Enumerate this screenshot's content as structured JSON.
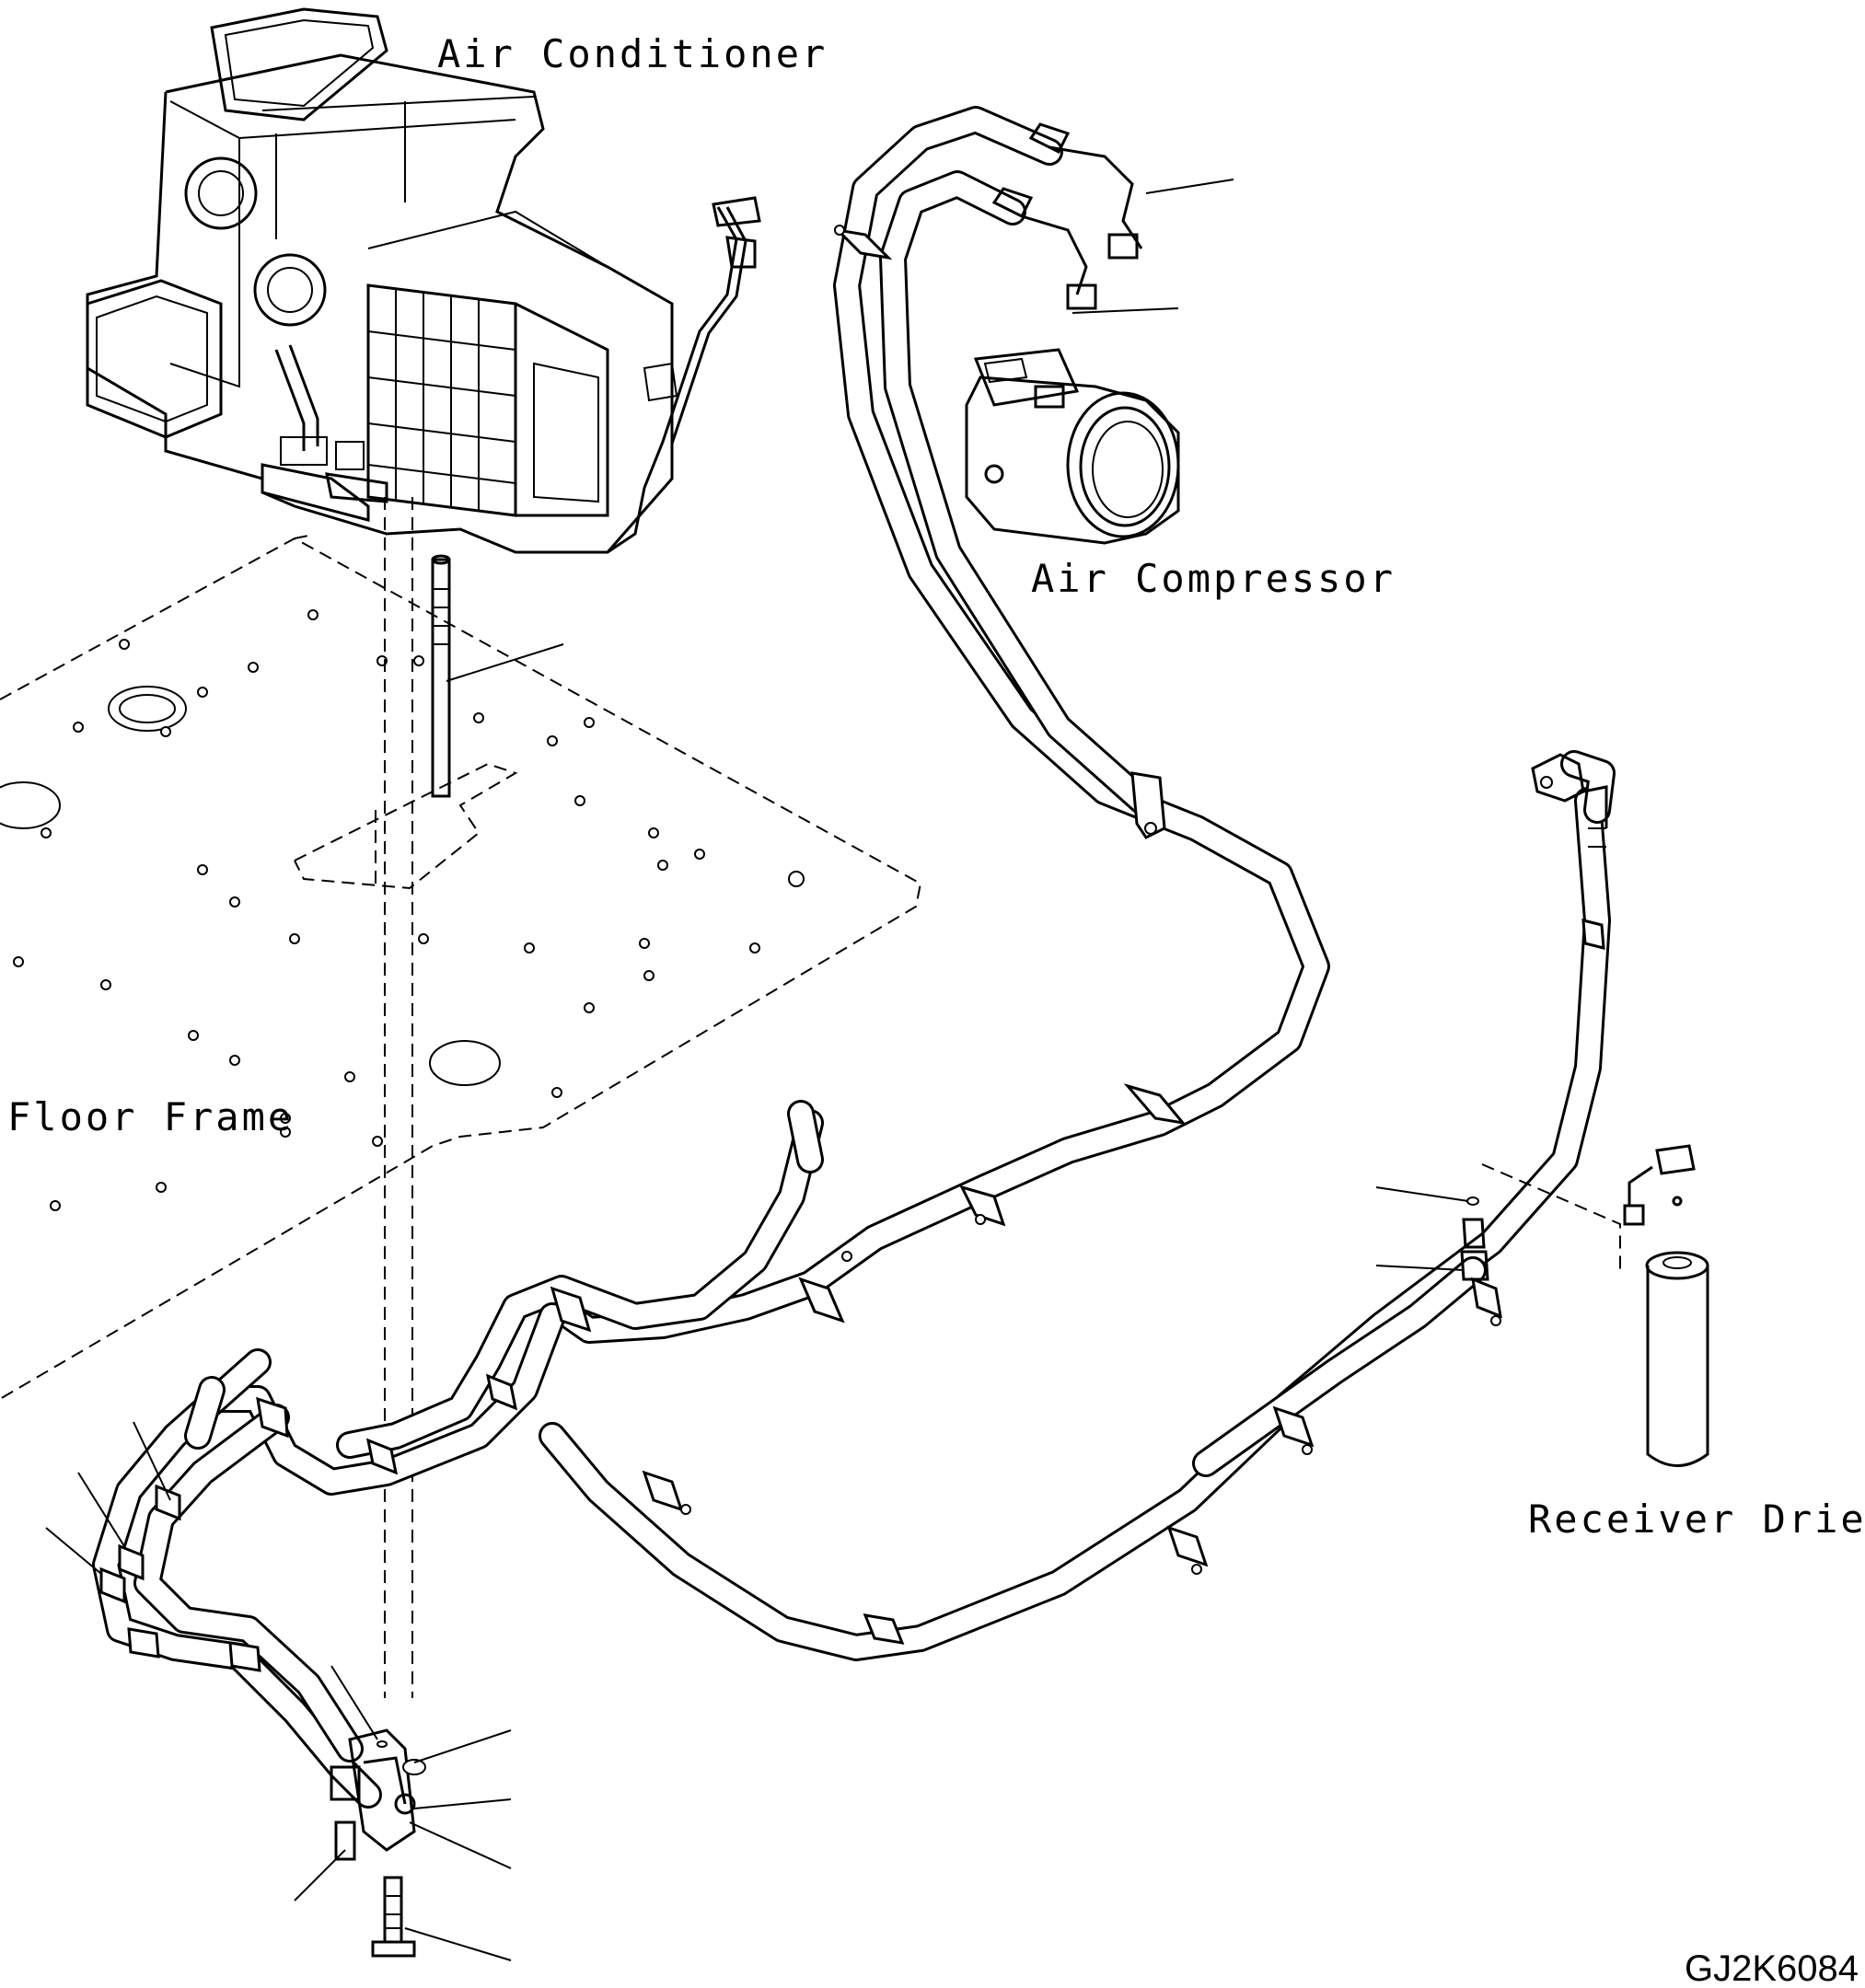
{
  "labels": {
    "air_conditioner": "Air Conditioner",
    "air_compressor": "Air Compressor",
    "floor_frame": "Floor Frame",
    "receiver_drier": "Receiver Drier",
    "drawing_id": "GJ2K6084"
  }
}
